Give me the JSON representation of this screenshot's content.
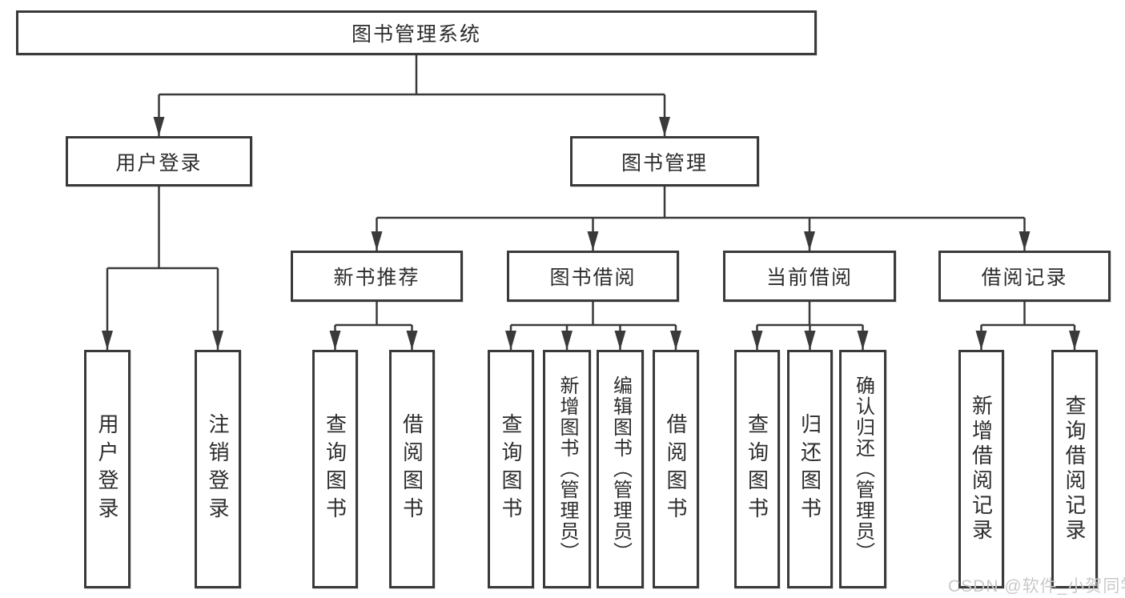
{
  "diagram_title": "图书管理系统",
  "colors": {
    "line": "#3a3a3a",
    "border": "#3a3a3a",
    "text": "#2d2d2d",
    "watermark": "#c9c9c9",
    "background": "#ffffff"
  },
  "nodes": {
    "root": {
      "label": "图书管理系统"
    },
    "user_login": {
      "label": "用户登录"
    },
    "book_mgmt": {
      "label": "图书管理"
    },
    "new_book_rec": {
      "label": "新书推荐"
    },
    "book_borrow": {
      "label": "图书借阅"
    },
    "current_borrow": {
      "label": "当前借阅"
    },
    "borrow_records": {
      "label": "借阅记录"
    },
    "leaf_user_login": {
      "label": "用户登录"
    },
    "leaf_logout": {
      "label": "注销登录"
    },
    "leaf_query_books_rec": {
      "label": "查询图书"
    },
    "leaf_borrow_books_rec": {
      "label": "借阅图书"
    },
    "leaf_query_books_borrow": {
      "label": "查询图书"
    },
    "leaf_add_books_admin": {
      "label": "新增图书（管理员）"
    },
    "leaf_edit_books_admin": {
      "label": "编辑图书（管理员）"
    },
    "leaf_borrow_books": {
      "label": "借阅图书"
    },
    "leaf_query_books_current": {
      "label": "查询图书"
    },
    "leaf_return_books": {
      "label": "归还图书"
    },
    "leaf_confirm_return_admin": {
      "label": "确认归还（管理员）"
    },
    "leaf_add_borrow_record": {
      "label": "新增借阅记录"
    },
    "leaf_query_borrow_record": {
      "label": "查询借阅记录"
    }
  },
  "watermark": {
    "text": "CSDN @软件_小贺同学"
  }
}
